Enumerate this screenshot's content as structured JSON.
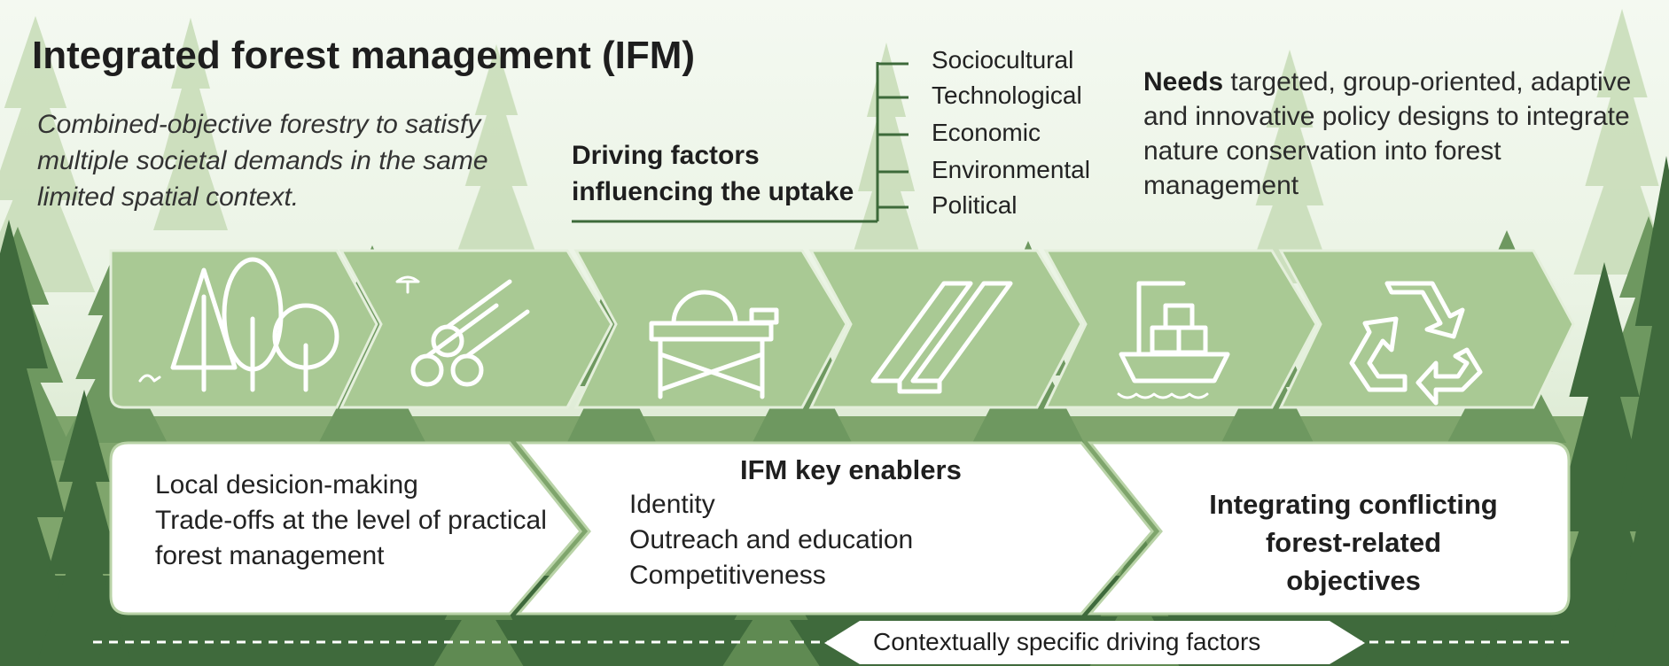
{
  "title": "Integrated forest management (IFM)",
  "subtitle": "Combined-objective forestry to satisfy multiple societal demands in the same limited spatial context.",
  "drivers": {
    "label_line1": "Driving factors",
    "label_line2": "influencing the uptake",
    "factors": [
      "Sociocultural",
      "Technological",
      "Economic",
      "Environmental",
      "Political"
    ]
  },
  "needs": {
    "lead": "Needs",
    "rest": " targeted, group-oriented, adaptive and innovative policy designs to integrate nature conservation into forest management"
  },
  "value_chain_icons": [
    "forest-icon",
    "logs-icon",
    "sawmill-icon",
    "timber-boards-icon",
    "cargo-ship-icon",
    "recycle-icon"
  ],
  "local": {
    "line1": "Local desicion-making",
    "line2": "Trade-offs at the level of practical",
    "line3": "forest management"
  },
  "enablers": {
    "title": "IFM key enablers",
    "items": [
      "Identity",
      "Outreach and education",
      "Competitiveness"
    ]
  },
  "integrating": "Integrating conflicting forest-related objectives",
  "context_label": "Contextually specific driving factors",
  "colors": {
    "chevron": "#a9c994",
    "chevron_dark": "#8fb479",
    "forest_dark": "#3f6a3c",
    "forest_mid": "#5f8a52",
    "forest_light": "#9fc18c",
    "text": "#1e1e1e"
  }
}
